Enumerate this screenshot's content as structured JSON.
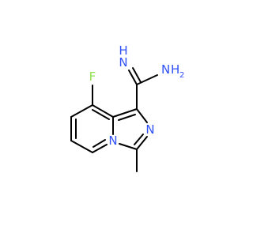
{
  "molecule": {
    "atom_labels": {
      "F": "F",
      "imine_N": "N",
      "imine_H": "H",
      "amine_N": "N",
      "amine_H2": "H",
      "amine_sub2": "2",
      "ring_N_imidazole": "N",
      "ring_N_bridge": "N"
    },
    "colors": {
      "bond": "#000000",
      "fluorine": "#90e050",
      "nitrogen": "#3050f8"
    }
  }
}
